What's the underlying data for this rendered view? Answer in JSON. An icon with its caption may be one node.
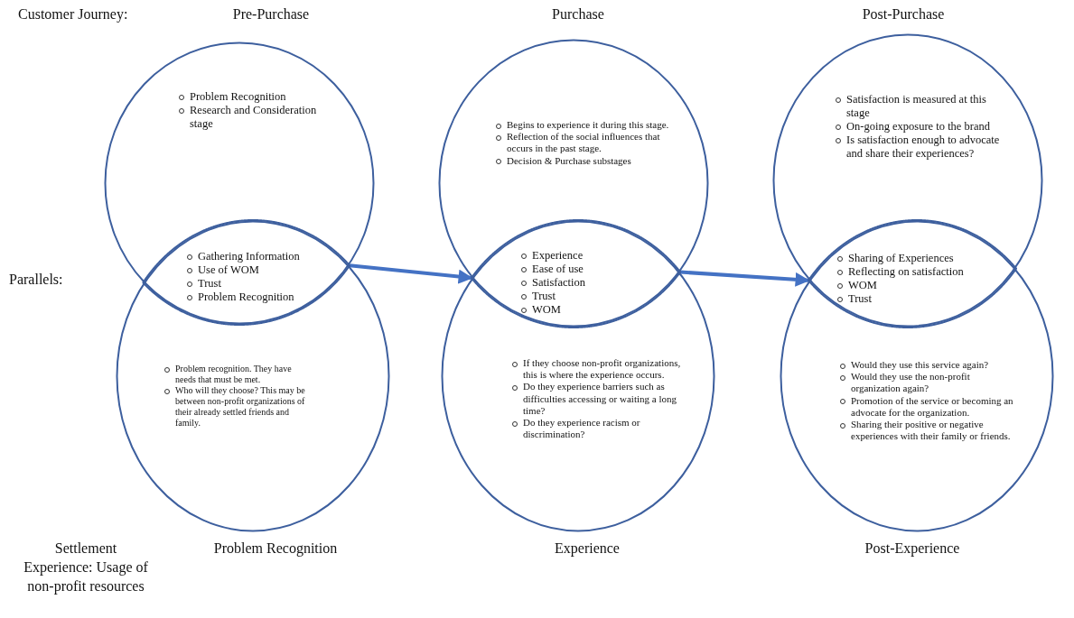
{
  "diagram": {
    "nodes": [
      {
        "text": [
          "Problem Recognition",
          "Research and Consideration stage"
        ]
      },
      {
        "text": [
          "Gathering Information",
          "Use of WOM",
          "Trust",
          "Problem Recognition"
        ]
      },
      {
        "text": [
          "Problem recognition. They have needs that must be met.",
          "Who will they choose? This may be between non-profit organizations of their already settled friends and family."
        ]
      },
      {
        "text": [
          "Begins to experience it during this stage.",
          "Reflection of the social influences that occurs in the past stage.",
          "Decision & Purchase substages"
        ]
      },
      {
        "text": [
          "Experience",
          "Ease of use",
          "Satisfaction",
          "Trust",
          "WOM"
        ]
      },
      {
        "text": [
          "If they choose non-profit organizations, this is where the experience occurs.",
          "Do they experience barriers such as difficulties accessing or waiting a long time?",
          "Do they experience racism or discrimination?"
        ]
      },
      {
        "text": [
          "Satisfaction is measured at this stage",
          "On-going exposure to the brand",
          "Is satisfaction enough to advocate and share their experiences?"
        ]
      },
      {
        "text": [
          "Sharing of Experiences",
          "Reflecting on satisfaction",
          "WOM",
          "Trust"
        ]
      },
      {
        "text": [
          "Would they use this service again?",
          "Would they use the non-profit organization again?",
          "Promotion of the service or becoming an advocate for the organization.",
          "Sharing their positive or negative experiences with their family or friends."
        ]
      }
    ],
    "edges": [
      {
        "from": 1,
        "to": 4,
        "arrow": "to"
      },
      {
        "from": 4,
        "to": 7,
        "arrow": "to"
      }
    ],
    "labels": [
      "Customer Journey:",
      "Pre-Purchase",
      "Purchase",
      "Post-Purchase",
      "Parallels:",
      "Settlement Experience: Usage of non-profit resources",
      "Problem Recognition",
      "Experience",
      "Post-Experience"
    ]
  }
}
